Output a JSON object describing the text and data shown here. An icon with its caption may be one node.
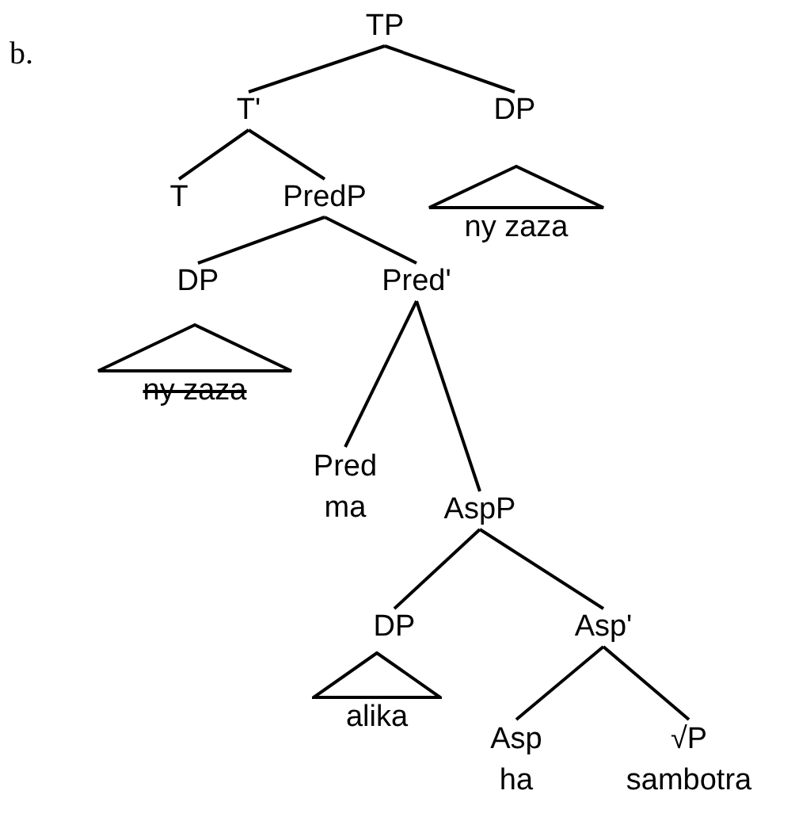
{
  "diagram": {
    "nodes": [
      {
        "text": [
          "TP"
        ]
      },
      {
        "text": [
          "T'"
        ]
      },
      {
        "text": [
          "DP"
        ]
      },
      {
        "text": [
          "T"
        ]
      },
      {
        "text": [
          "PredP"
        ]
      },
      {
        "text": [],
        "shape": "triangle",
        "beside": [
          "ny zaza"
        ]
      },
      {
        "text": [
          "DP"
        ]
      },
      {
        "text": [
          "Pred'"
        ]
      },
      {
        "text": [],
        "shape": "triangle",
        "beside": [
          "ny zaza"
        ]
      },
      {
        "text": [
          "Pred",
          "ma"
        ]
      },
      {
        "text": [
          "AspP"
        ]
      },
      {
        "text": [
          "DP"
        ]
      },
      {
        "text": [
          "Asp'"
        ]
      },
      {
        "text": [],
        "shape": "triangle",
        "beside": [
          "alika"
        ]
      },
      {
        "text": [
          "Asp",
          "ha"
        ]
      },
      {
        "text": [
          "√P",
          "sambotra"
        ]
      }
    ],
    "edges": [
      {
        "from": 0,
        "to": 1,
        "arrow": "none"
      },
      {
        "from": 0,
        "to": 2,
        "arrow": "none"
      },
      {
        "from": 1,
        "to": 3,
        "arrow": "none"
      },
      {
        "from": 1,
        "to": 4,
        "arrow": "none"
      },
      {
        "from": 4,
        "to": 6,
        "arrow": "none"
      },
      {
        "from": 4,
        "to": 7,
        "arrow": "none"
      },
      {
        "from": 7,
        "to": 9,
        "arrow": "none"
      },
      {
        "from": 7,
        "to": 10,
        "arrow": "none"
      },
      {
        "from": 10,
        "to": 11,
        "arrow": "none"
      },
      {
        "from": 10,
        "to": 12,
        "arrow": "none"
      },
      {
        "from": 12,
        "to": 14,
        "arrow": "none"
      },
      {
        "from": 12,
        "to": 15,
        "arrow": "none"
      }
    ],
    "labels": [
      "b."
    ]
  }
}
